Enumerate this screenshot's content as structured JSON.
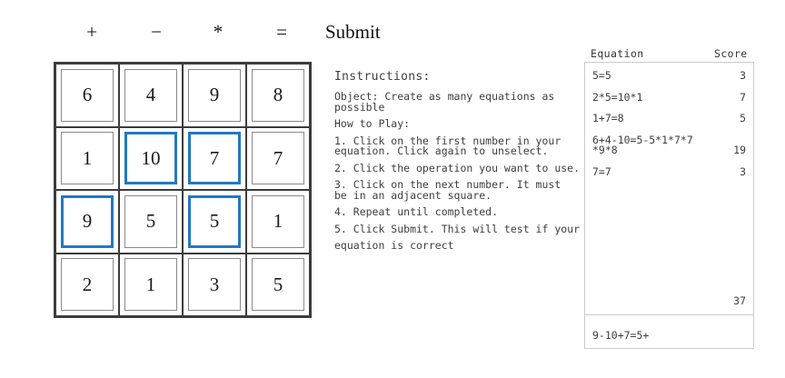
{
  "toolbar": {
    "operators": [
      {
        "id": "plus",
        "label": "+"
      },
      {
        "id": "minus",
        "label": "−"
      },
      {
        "id": "times",
        "label": "*"
      },
      {
        "id": "equals",
        "label": "="
      }
    ],
    "submit_label": "Submit"
  },
  "grid": {
    "rows": [
      [
        "6",
        "4",
        "9",
        "8"
      ],
      [
        "1",
        "10",
        "7",
        "7"
      ],
      [
        "9",
        "5",
        "5",
        "1"
      ],
      [
        "2",
        "1",
        "3",
        "5"
      ]
    ],
    "selected_cells": [
      {
        "row": 1,
        "col": 1,
        "value": "10"
      },
      {
        "row": 1,
        "col": 2,
        "value": "7"
      },
      {
        "row": 2,
        "col": 0,
        "value": "9"
      },
      {
        "row": 2,
        "col": 2,
        "value": "5"
      }
    ]
  },
  "instructions": {
    "title": "Instructions:",
    "object_line": "Object: Create as many equations as\npossible",
    "how_to_play": "How to Play:",
    "steps": [
      "1. Click on the first number in your\nequation. Click again to unselect.",
      "2. Click the operation you want to use.",
      "3. Click on the next number. It must\nbe in an adjacent square.",
      "4. Repeat until completed.",
      "5. Click Submit. This will test if your"
    ],
    "footer": "equation is correct"
  },
  "scoreboard": {
    "equation_header": "Equation",
    "score_header": "Score",
    "rows": [
      {
        "equation": "5=5",
        "score": "3"
      },
      {
        "equation": "2*5=10*1",
        "score": "7"
      },
      {
        "equation": "1+7=8",
        "score": "5"
      },
      {
        "equation": "6+4-10=5-5*1*7*7\n*9*8",
        "score": "19"
      },
      {
        "equation": "7=7",
        "score": "3"
      }
    ],
    "total": "37",
    "current_equation": "9-10+7=5+"
  },
  "colors": {
    "selected_border": "#2179c2",
    "grid_line": "#3c3c3c",
    "square_border": "#8a8a8a",
    "panel_border": "#cbcbcb",
    "mono_text": "#3d3d3d"
  }
}
